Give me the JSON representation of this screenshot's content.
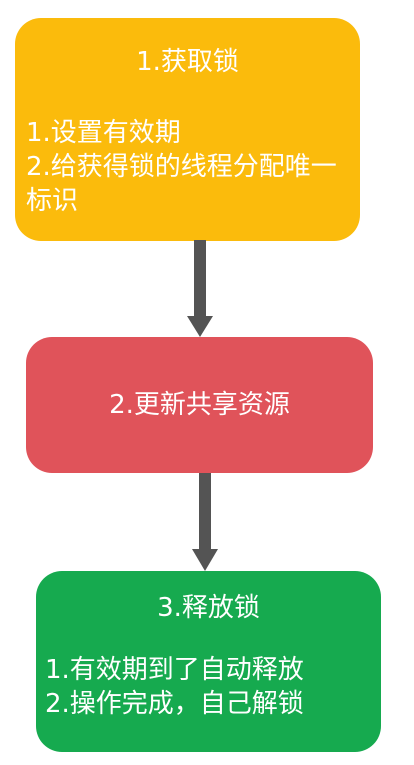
{
  "colors": {
    "step1": "#fbbb0c",
    "step2": "#e0535a",
    "step3": "#16aa4f",
    "arrow": "#545454",
    "text": "#ffffff"
  },
  "steps": [
    {
      "title": "1.获取锁",
      "items": [
        "1.设置有效期",
        "2.给获得锁的线程分配唯一标识"
      ]
    },
    {
      "title": "2.更新共享资源",
      "items": []
    },
    {
      "title": "3.释放锁",
      "items": [
        "1.有效期到了自动释放",
        "2.操作完成，自己解锁"
      ]
    }
  ]
}
